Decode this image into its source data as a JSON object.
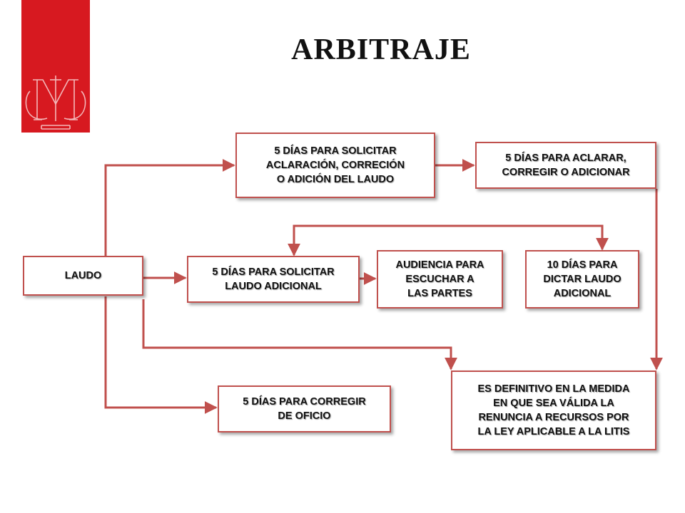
{
  "title": "ARBITRAJE",
  "colors": {
    "accent": "#c0504d",
    "brand": "#d71920"
  },
  "logo": {
    "name": "emblem-logo"
  },
  "nodes": {
    "laudo": "LAUDO",
    "solicitar_aclaracion": "5 DÍAS PARA SOLICITAR\nACLARACIÓN, CORRECIÓN\nO ADICIÓN DEL LAUDO",
    "aclarar": "5 DÍAS PARA ACLARAR,\nCORREGIR O ADICIONAR",
    "solicitar_adicional": "5 DÍAS PARA SOLICITAR\nLAUDO ADICIONAL",
    "audiencia": "AUDIENCIA PARA\nESCUCHAR A\nLAS PARTES",
    "dictar": "10 DÍAS PARA\nDICTAR LAUDO\nADICIONAL",
    "definitivo": "ES DEFINITIVO EN LA MEDIDA\nEN QUE SEA VÁLIDA LA\nRENUNCIA A RECURSOS POR\nLA LEY APLICABLE A LA LITIS",
    "corregir_oficio": "5 DÍAS PARA CORREGIR\nDE OFICIO"
  }
}
